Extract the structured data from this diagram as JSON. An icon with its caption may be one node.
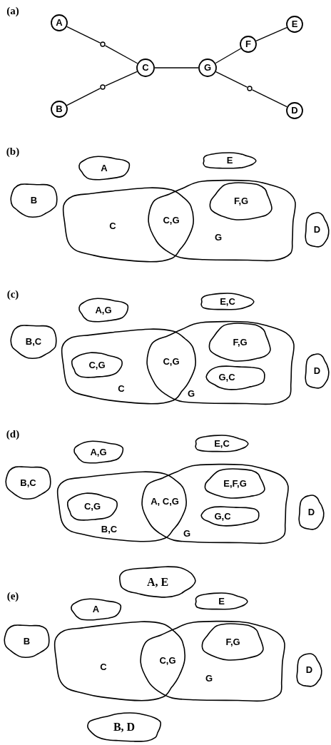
{
  "diagram": {
    "nodes": [
      {
        "text": [
          "A"
        ]
      },
      {
        "text": [
          "E"
        ]
      },
      {
        "text": [],
        "shape": "circle"
      },
      {
        "text": [
          "F"
        ]
      },
      {
        "text": [
          "C"
        ]
      },
      {
        "text": [
          "G"
        ]
      },
      {
        "text": [],
        "shape": "circle"
      },
      {
        "text": [],
        "shape": "circle"
      },
      {
        "text": [
          "B"
        ]
      },
      {
        "text": [
          "D"
        ]
      },
      {
        "text": [
          "E"
        ]
      },
      {
        "text": [
          "A"
        ]
      },
      {
        "text": [
          "B"
        ]
      },
      {
        "text": [
          "C"
        ]
      },
      {
        "text": [
          "G"
        ]
      },
      {
        "text": [
          "F,G"
        ],
        "in": 14
      },
      {
        "text": [
          "D"
        ]
      },
      {
        "text": [
          "E,C"
        ]
      },
      {
        "text": [
          "A,G"
        ]
      },
      {
        "text": [
          "B,C"
        ]
      },
      {
        "text": [
          "C"
        ]
      },
      {
        "text": [
          "C,G"
        ],
        "in": 20
      },
      {
        "text": [
          "G"
        ]
      },
      {
        "text": [
          "F,G"
        ],
        "in": 22
      },
      {
        "text": [
          "G,C"
        ],
        "in": 22
      },
      {
        "text": [
          "D"
        ]
      },
      {
        "text": [
          "E,C"
        ]
      },
      {
        "text": [
          "A,G"
        ]
      },
      {
        "text": [
          "B,C"
        ]
      },
      {
        "text": [
          "B,C"
        ]
      },
      {
        "text": [
          "C,G"
        ],
        "in": 29
      },
      {
        "text": [
          "G"
        ]
      },
      {
        "text": [
          "E,F,G"
        ],
        "in": 31
      },
      {
        "text": [
          "G,C"
        ],
        "in": 31
      },
      {
        "text": [
          "D"
        ]
      },
      {
        "text": [
          "A, E"
        ]
      },
      {
        "text": [
          "E"
        ]
      },
      {
        "text": [
          "A"
        ]
      },
      {
        "text": [
          "B"
        ]
      },
      {
        "text": [
          "C"
        ]
      },
      {
        "text": [
          "G"
        ]
      },
      {
        "text": [
          "F,G"
        ],
        "in": 40
      },
      {
        "text": [
          "D"
        ]
      },
      {
        "text": [
          "B, D"
        ]
      }
    ],
    "edges": [
      {
        "from": 0,
        "to": 2,
        "arrow": "none"
      },
      {
        "from": 2,
        "to": 4,
        "arrow": "none"
      },
      {
        "from": 8,
        "to": 6,
        "arrow": "none"
      },
      {
        "from": 6,
        "to": 4,
        "arrow": "none"
      },
      {
        "from": 4,
        "to": 5,
        "arrow": "none"
      },
      {
        "from": 5,
        "to": 3,
        "arrow": "none"
      },
      {
        "from": 3,
        "to": 1,
        "arrow": "none"
      },
      {
        "from": 5,
        "to": 7,
        "arrow": "none"
      },
      {
        "from": 7,
        "to": 9,
        "arrow": "none"
      }
    ],
    "labels": [
      "(a)",
      "(b)",
      "C,G",
      "(c)",
      "C,G",
      "(d)",
      "A, C,G",
      "(e)",
      "C,G"
    ]
  }
}
